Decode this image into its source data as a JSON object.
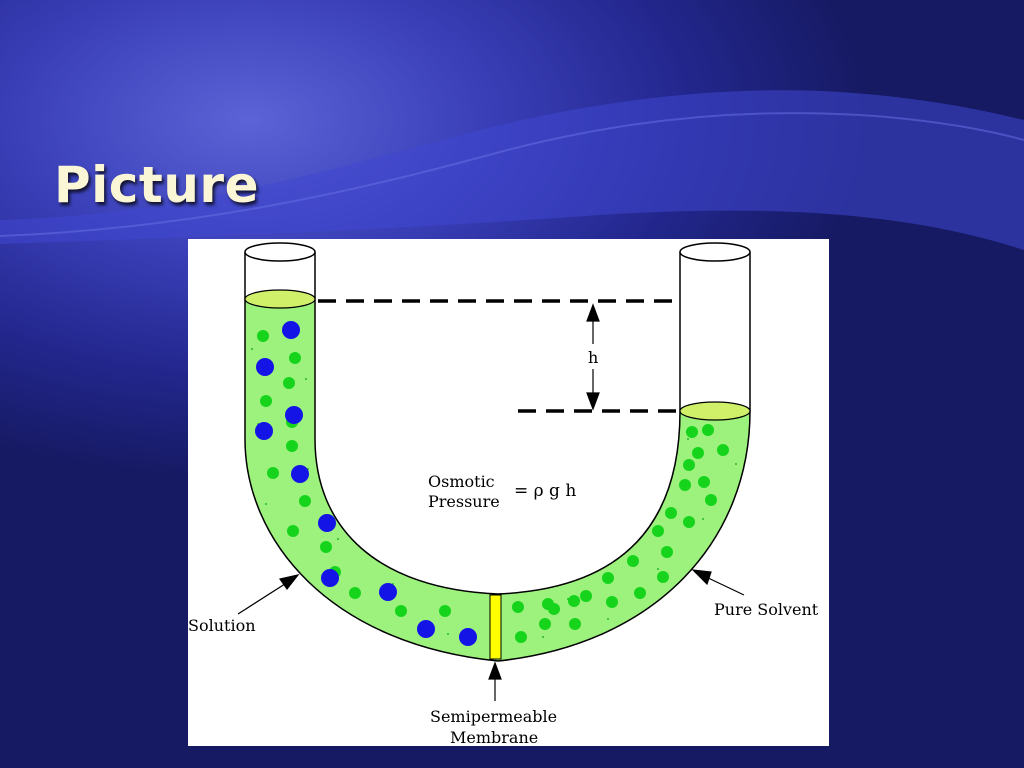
{
  "slide": {
    "title": "Picture"
  },
  "diagram": {
    "labels": {
      "height": "h",
      "osmotic_line1": "Osmotic",
      "osmotic_line2": "Pressure",
      "formula": "= ρ g h",
      "solution": "Solution",
      "pure_solvent": "Pure Solvent",
      "membrane_line1": "Semipermeable",
      "membrane_line2": "Membrane"
    },
    "colors": {
      "liquid": "#9cf27c",
      "solvent_particle": "#16d41c",
      "solute_particle": "#1414e6",
      "membrane": "#ffff00"
    }
  }
}
